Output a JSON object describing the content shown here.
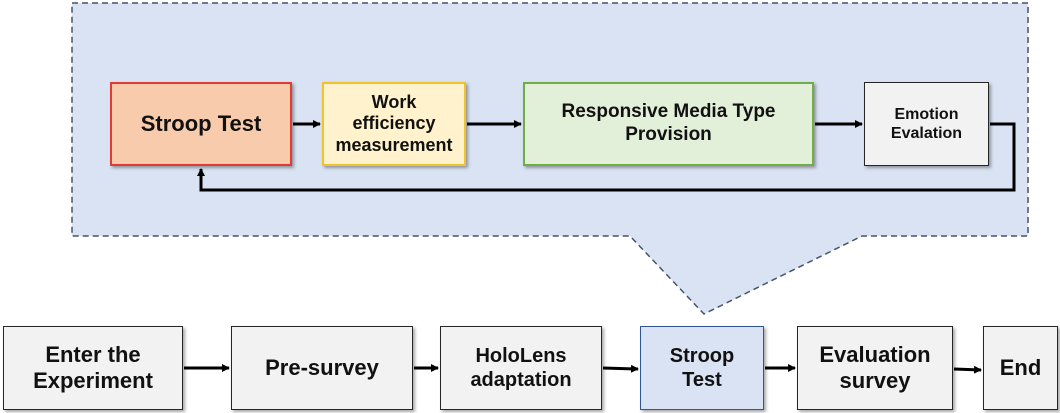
{
  "colors": {
    "callout_fill": "#dae3f3",
    "callout_border": "#44546a",
    "stroop_fill": "#f8cbad",
    "stroop_border": "#e03c31",
    "work_fill": "#fff2cc",
    "work_border": "#f2c12e",
    "media_fill": "#e2efd9",
    "media_border": "#70ad47",
    "neutral_fill": "#f2f2f2",
    "neutral_border": "#262626",
    "highlight_fill": "#dae3f3",
    "highlight_border": "#2f5597",
    "arrow": "#000000"
  },
  "detail_loop": {
    "stroop_test": "Stroop Test",
    "work_efficiency": "Work\nefficiency\nmeasurement",
    "media_type": "Responsive Media Type\nProvision",
    "emotion": "Emotion\nEvalation"
  },
  "main_flow": {
    "enter": "Enter the\nExperiment",
    "pre_survey": "Pre-survey",
    "hololens": "HoloLens\nadaptation",
    "stroop": "Stroop\nTest",
    "evaluation": "Evaluation\nsurvey",
    "end": "End"
  }
}
